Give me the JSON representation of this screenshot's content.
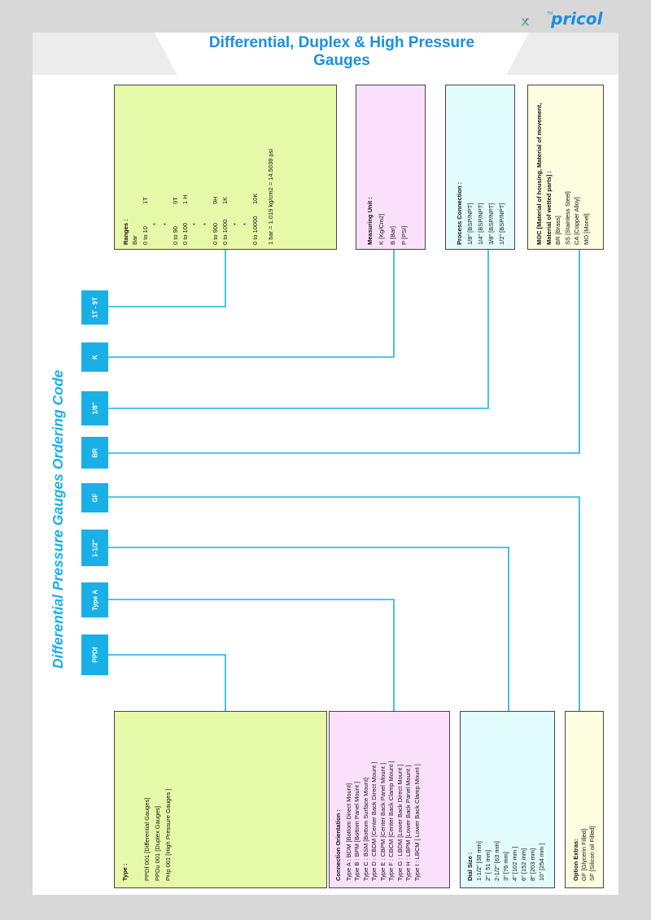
{
  "header": {
    "title_line1": "Differential, Duplex & High Pressure",
    "title_line2": "Gauges",
    "brand": "pricol",
    "tm": "TM"
  },
  "ordering": {
    "title": "Differential Pressure Gauges Ordering Code",
    "codes": [
      "PPDf",
      "Type A",
      "1-1/2\"",
      "GF",
      "BR",
      "1/8\"",
      "K",
      "1T - 9T"
    ]
  },
  "colors": {
    "accent": "#1ab0e6",
    "title_blue": "#1b8fe3",
    "green": "#e6f9a8",
    "pink": "#fbe0fb",
    "cyan": "#e2fcfc",
    "cream": "#fdfde0"
  },
  "boxes": {
    "type": {
      "heading": "Type :",
      "lines": [
        "PPDf 001 [Differential Gauges]",
        "PPDu 001 [Duplex Gauges]",
        "PHp 001 [High Pressure Gauges ]"
      ]
    },
    "connection": {
      "heading": "Connection Orientation :",
      "lines": [
        "Type A : BDM [Bottom Direct Mount]",
        "Type B : BPM [Bottom Panel Mount ]",
        "Type C : BSM [Bottom Surface Mount]",
        "Type D : CBDM [Center Back Direct Mount ]",
        "Type E : CBPM [Center Back Panel Mount ]",
        "Type F : CBCM [Center Back Clamp Mount ]",
        "Type G : LBDM [Lower Back Direct Mount ]",
        "Type H : LBPM [Lower Back Panel Mount ]",
        "Type  I : LBCM [ Lower Back Clamp Mount ]"
      ]
    },
    "dial": {
      "heading": "Dial Size :",
      "lines": [
        "1-1/2\" [38 mm]",
        "2\" [ 51 mm]",
        "2-1/2\" [63 mm]",
        "3\" [76 mm]",
        "4\" [102 mm ]",
        "6\" [152 mm]",
        "8\" [203 mm]",
        "10\" [254 mm ]"
      ]
    },
    "options": {
      "heading": "Option Extras:",
      "lines": [
        "GF [Glycerin Filled]",
        "SF [Silicon oil Filled]"
      ]
    },
    "ranges": {
      "heading": "Ranges :",
      "unit": "Bar",
      "rows": [
        {
          "range": "0 to 10",
          "code": "1T"
        },
        {
          "range": "*",
          "code": ""
        },
        {
          "range": "*",
          "code": ""
        },
        {
          "range": "0 to 90",
          "code": "9T"
        },
        {
          "range": "0 to 100",
          "code": "1 H"
        },
        {
          "range": "*",
          "code": ""
        },
        {
          "range": "*",
          "code": ""
        },
        {
          "range": "0 to 900",
          "code": "9H"
        },
        {
          "range": "0 to 1000",
          "code": "1K"
        },
        {
          "range": "*",
          "code": ""
        },
        {
          "range": "*",
          "code": ""
        },
        {
          "range": "0 to 10000",
          "code": "10K"
        }
      ],
      "note": "1 bar = 1.019 kg/cm2 = 14.5038 psi"
    },
    "measuring": {
      "heading": "Measuring Unit :",
      "lines": [
        "K [Kg/Cm2]",
        "B [Bar]",
        "P [PSI]"
      ]
    },
    "process": {
      "heading": "Process Connection :",
      "lines": [
        "1/8\" [BSP/NPT]",
        "1/4\" [BSP/NPT]",
        "3/8\" [BSP/NPT]",
        "1/2\" [BSP/NPT]"
      ]
    },
    "moc": {
      "heading": "MOC [Material of housing, Material of movement, Material of wetted parts] :",
      "lines": [
        "BR [Brass]",
        "SS [Stainless Steel]",
        "CA [Copper Alloy]",
        "MO [Monel]"
      ]
    }
  }
}
